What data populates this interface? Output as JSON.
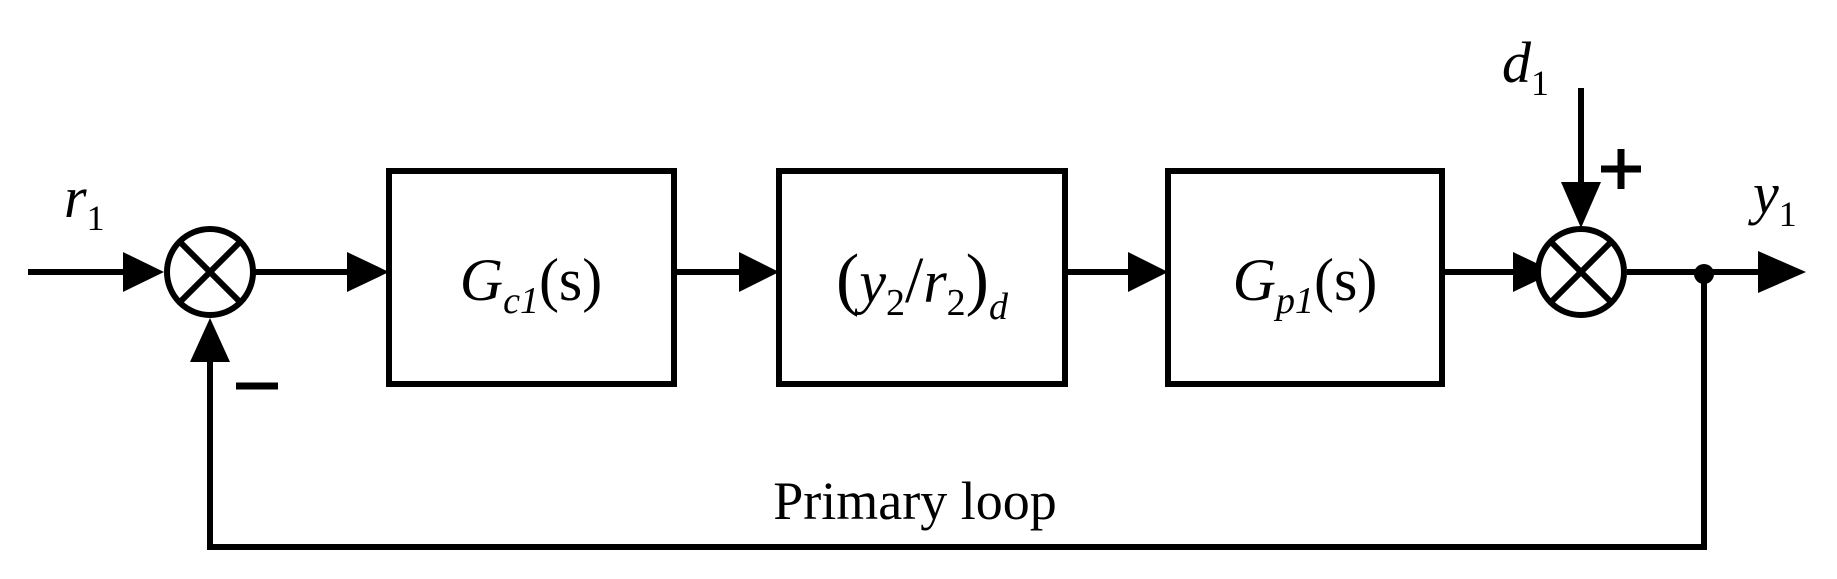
{
  "signals": {
    "reference": {
      "sym": "r",
      "sub": "1"
    },
    "disturbance": {
      "sym": "d",
      "sub": "1"
    },
    "output": {
      "sym": "y",
      "sub": "1"
    }
  },
  "blocks": {
    "controller": {
      "sym": "G",
      "sub": "c1",
      "arg": "(s)"
    },
    "inner_loop": {
      "open": "(",
      "num_sym": "y",
      "num_sub": "2",
      "slash": "/",
      "den_sym": "r",
      "den_sub": "2",
      "close": ")",
      "outer_sub": "d"
    },
    "plant": {
      "sym": "G",
      "sub": "p1",
      "arg": "(s)"
    }
  },
  "signs": {
    "feedback": "minus",
    "disturbance": "plus"
  },
  "loop_label": "Primary loop"
}
